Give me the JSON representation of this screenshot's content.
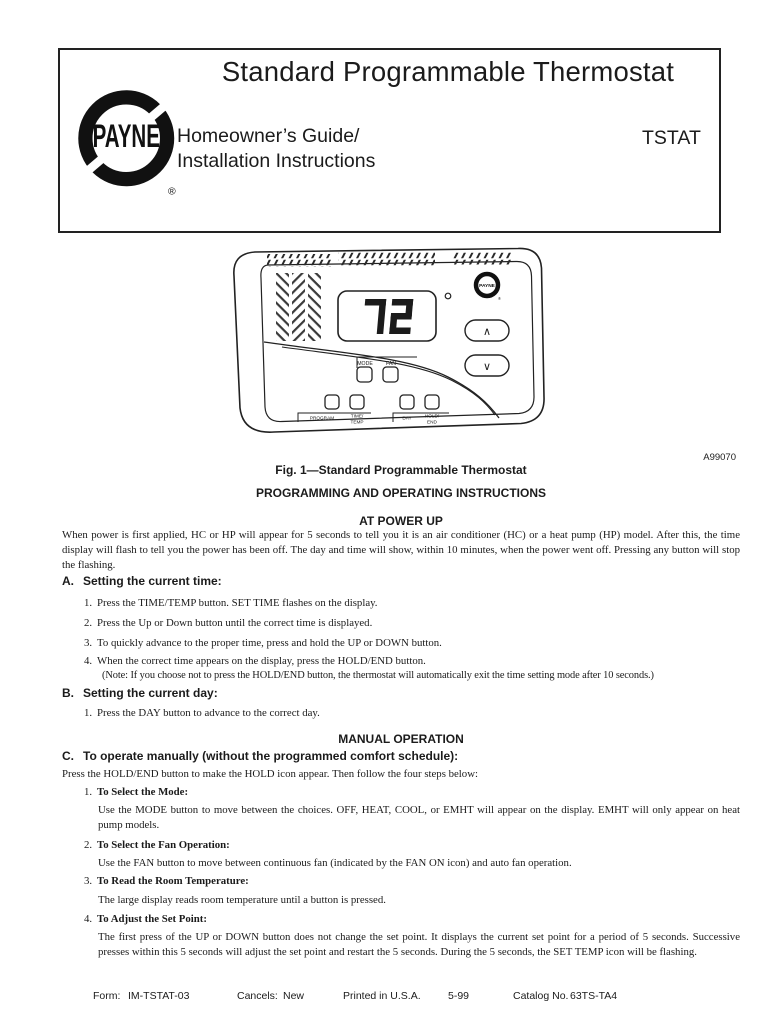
{
  "header": {
    "title": "Standard Programmable Thermostat",
    "subtitle_line1": "Homeowner’s Guide/",
    "subtitle_line2": "Installation Instructions",
    "model": "TSTAT",
    "logo_text": "PAYNE",
    "registered_mark": "®"
  },
  "figure": {
    "ref_number": "A99070",
    "caption": "Fig. 1—Standard Programmable Thermostat",
    "display_value": "72",
    "logo_text": "PAYNE",
    "labels": {
      "up": "∧",
      "down": "∨",
      "mode": "MODE",
      "fan": "FAN",
      "program": "PROGRAM",
      "time_temp_line1": "TIME/",
      "time_temp_line2": "TEMP",
      "day": "DAY",
      "hold_end_line1": "HOLD/",
      "hold_end_line2": "END"
    }
  },
  "content": {
    "instructions_heading": "PROGRAMMING AND OPERATING INSTRUCTIONS",
    "power_up": {
      "heading": "AT POWER UP",
      "body": "When power is first applied, HC or HP will appear for 5 seconds to tell you it is an air conditioner (HC) or a heat pump (HP) model. After this, the time display will flash to tell you the power has been off. The day and time will show, within 10 minutes, when the power went off. Pressing any button will stop the flashing."
    },
    "section_a": {
      "label": "A.",
      "heading": "Setting the current time:",
      "items": [
        {
          "num": "1.",
          "text": "Press the TIME/TEMP button. SET TIME flashes on the display."
        },
        {
          "num": "2.",
          "text": "Press the Up or Down button until the correct time is displayed."
        },
        {
          "num": "3.",
          "text": "To quickly advance to the proper time, press and hold the UP or DOWN button."
        },
        {
          "num": "4.",
          "text": "When the correct time appears on the display, press the HOLD/END button.",
          "note": "(Note: If you choose not to press the HOLD/END button, the thermostat will automatically exit the time setting mode after 10 seconds.)"
        }
      ]
    },
    "section_b": {
      "label": "B.",
      "heading": "Setting the current day:",
      "items": [
        {
          "num": "1.",
          "text": "Press the DAY button to advance to the correct day."
        }
      ]
    },
    "manual_heading": "MANUAL OPERATION",
    "section_c": {
      "label": "C.",
      "heading": "To operate manually (without the programmed comfort schedule):",
      "intro": "Press the HOLD/END button to make the HOLD icon appear. Then follow the four steps below:",
      "items": [
        {
          "num": "1.",
          "heading": "To Select the Mode:",
          "body": "Use the MODE button to move between the choices. OFF, HEAT, COOL, or EMHT will appear on the display. EMHT will only appear on heat pump models."
        },
        {
          "num": "2.",
          "heading": "To Select the Fan Operation:",
          "body": "Use the FAN button to move between continuous fan (indicated by the FAN ON icon) and auto fan operation."
        },
        {
          "num": "3.",
          "heading": "To Read the Room Temperature:",
          "body": "The large display reads room temperature until a button is pressed."
        },
        {
          "num": "4.",
          "heading": "To Adjust the Set Point:",
          "body": "The first press of the UP or DOWN button does not change the set point. It displays the current set point for a period of 5 seconds. Successive presses within this 5 seconds will adjust the set point and restart the 5 seconds. During the 5 seconds, the SET TEMP icon will be flashing."
        }
      ]
    }
  },
  "footer": {
    "form_label": "Form:",
    "form_value": "IM-TSTAT-03",
    "cancels_label": "Cancels:",
    "cancels_value": "New",
    "printed": "Printed in U.S.A.",
    "date_code": "5-99",
    "catalog_label": "Catalog No.",
    "catalog_value": "63TS-TA4"
  }
}
